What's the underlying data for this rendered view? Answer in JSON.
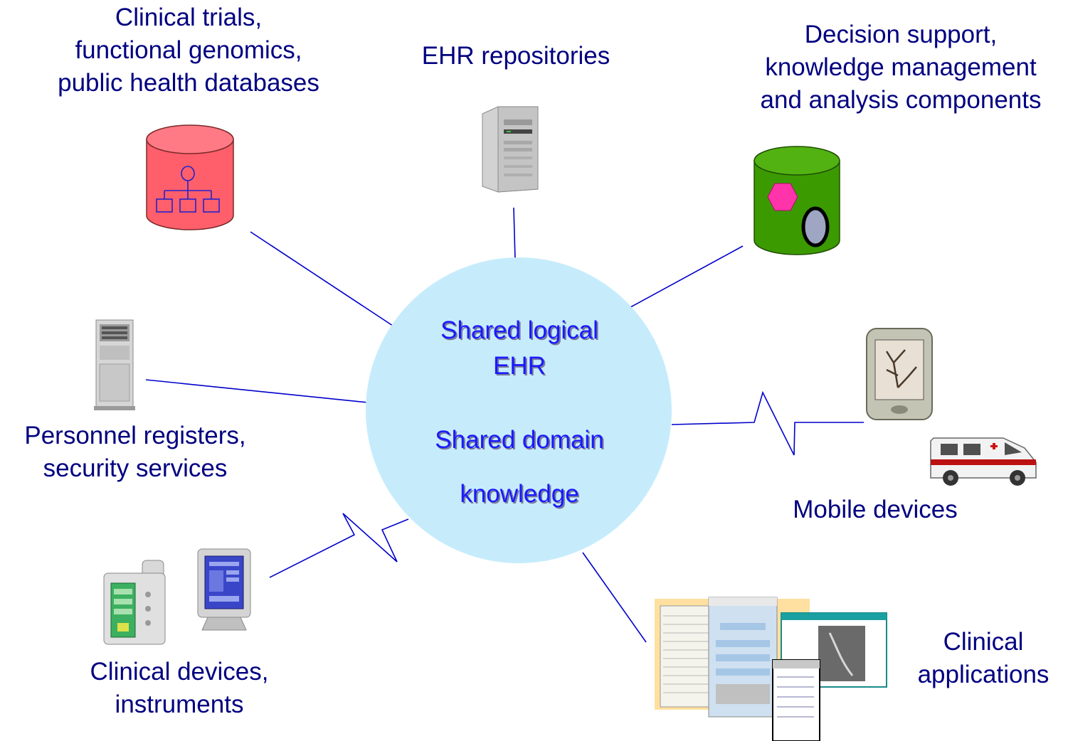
{
  "hub": {
    "lines": [
      "Shared logical",
      "EHR",
      "Shared domain",
      "knowledge"
    ]
  },
  "nodes": {
    "clinical_trials": {
      "lines": [
        "Clinical trials,",
        "functional genomics,",
        "public health databases"
      ],
      "icon": "database-icon",
      "color": "#ff5f6b"
    },
    "ehr_repositories": {
      "lines": [
        "EHR repositories"
      ],
      "icon": "server-tower-icon"
    },
    "decision_support": {
      "lines": [
        "Decision support,",
        "knowledge management",
        "and analysis components"
      ],
      "icon": "knowledge-database-icon",
      "color": "#3b9a00"
    },
    "personnel_registers": {
      "lines": [
        "Personnel registers,",
        "security services"
      ],
      "icon": "server-rack-icon"
    },
    "mobile_devices": {
      "lines": [
        "Mobile devices"
      ],
      "icon": "pda-and-ambulance-icon"
    },
    "clinical_devices": {
      "lines": [
        "Clinical devices,",
        "instruments"
      ],
      "icon": "medical-instrument-icon"
    },
    "clinical_applications": {
      "lines": [
        "Clinical",
        "applications"
      ],
      "icon": "application-windows-icon"
    }
  },
  "colors": {
    "connector": "#0000cc",
    "hub_fill": "#c6ecfc",
    "label_text": "#000080",
    "hub_text": "#1a1aff"
  }
}
